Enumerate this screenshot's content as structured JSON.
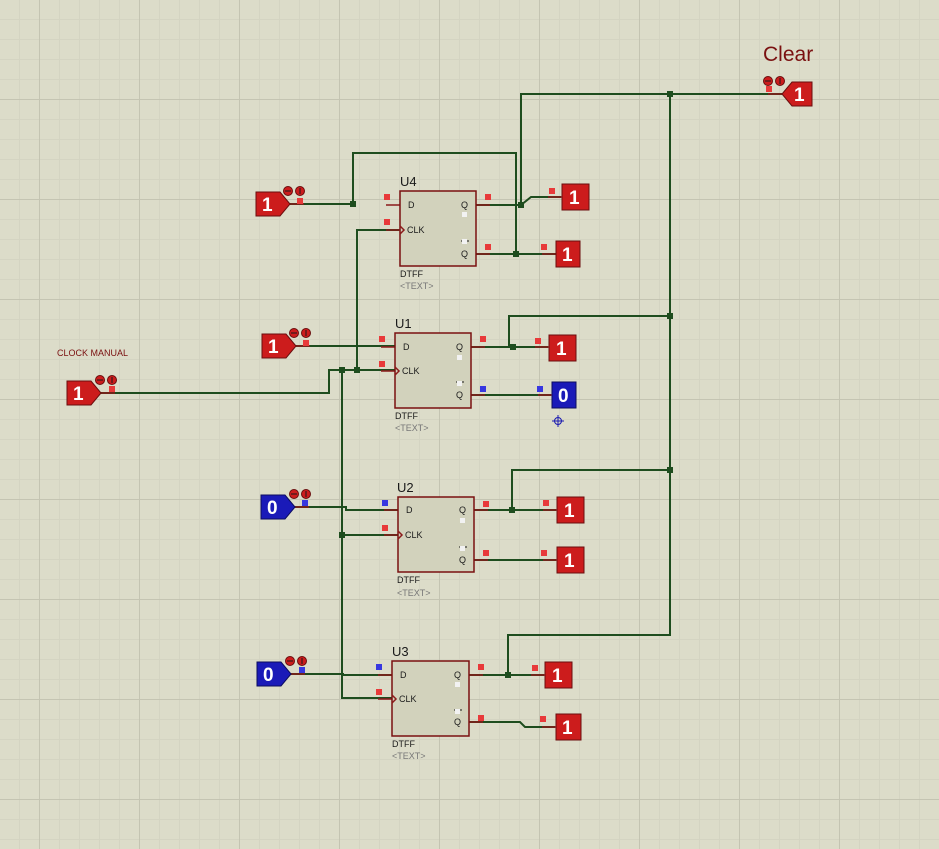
{
  "labels": {
    "clear": "Clear",
    "clock_manual": "CLOCK MANUAL"
  },
  "flipflops": [
    {
      "ref": "U4",
      "type": "DTFF",
      "text": "<TEXT>",
      "pin_d": "D",
      "pin_clk": "CLK",
      "pin_q": "Q",
      "pin_qbar": "Q"
    },
    {
      "ref": "U1",
      "type": "DTFF",
      "text": "<TEXT>",
      "pin_d": "D",
      "pin_clk": "CLK",
      "pin_q": "Q",
      "pin_qbar": "Q"
    },
    {
      "ref": "U2",
      "type": "DTFF",
      "text": "<TEXT>",
      "pin_d": "D",
      "pin_clk": "CLK",
      "pin_q": "Q",
      "pin_qbar": "Q"
    },
    {
      "ref": "U3",
      "type": "DTFF",
      "text": "<TEXT>",
      "pin_d": "D",
      "pin_clk": "CLK",
      "pin_q": "Q",
      "pin_qbar": "Q"
    }
  ],
  "inputs": {
    "clear": "1",
    "u4_d": "1",
    "u1_d": "1",
    "u2_d": "0",
    "u3_d": "0",
    "clock": "1"
  },
  "outputs": {
    "u4_q": "1",
    "u4_qbar": "1",
    "u1_q": "1",
    "u1_qbar": "0",
    "u2_q": "1",
    "u2_qbar": "1",
    "u3_q": "1",
    "u3_qbar": "1"
  },
  "colors": {
    "logic_high": "#cc1c1c",
    "logic_low": "#1a1ab8",
    "wire": "#1e4d1e",
    "grid_background": "#dcdcc9"
  }
}
